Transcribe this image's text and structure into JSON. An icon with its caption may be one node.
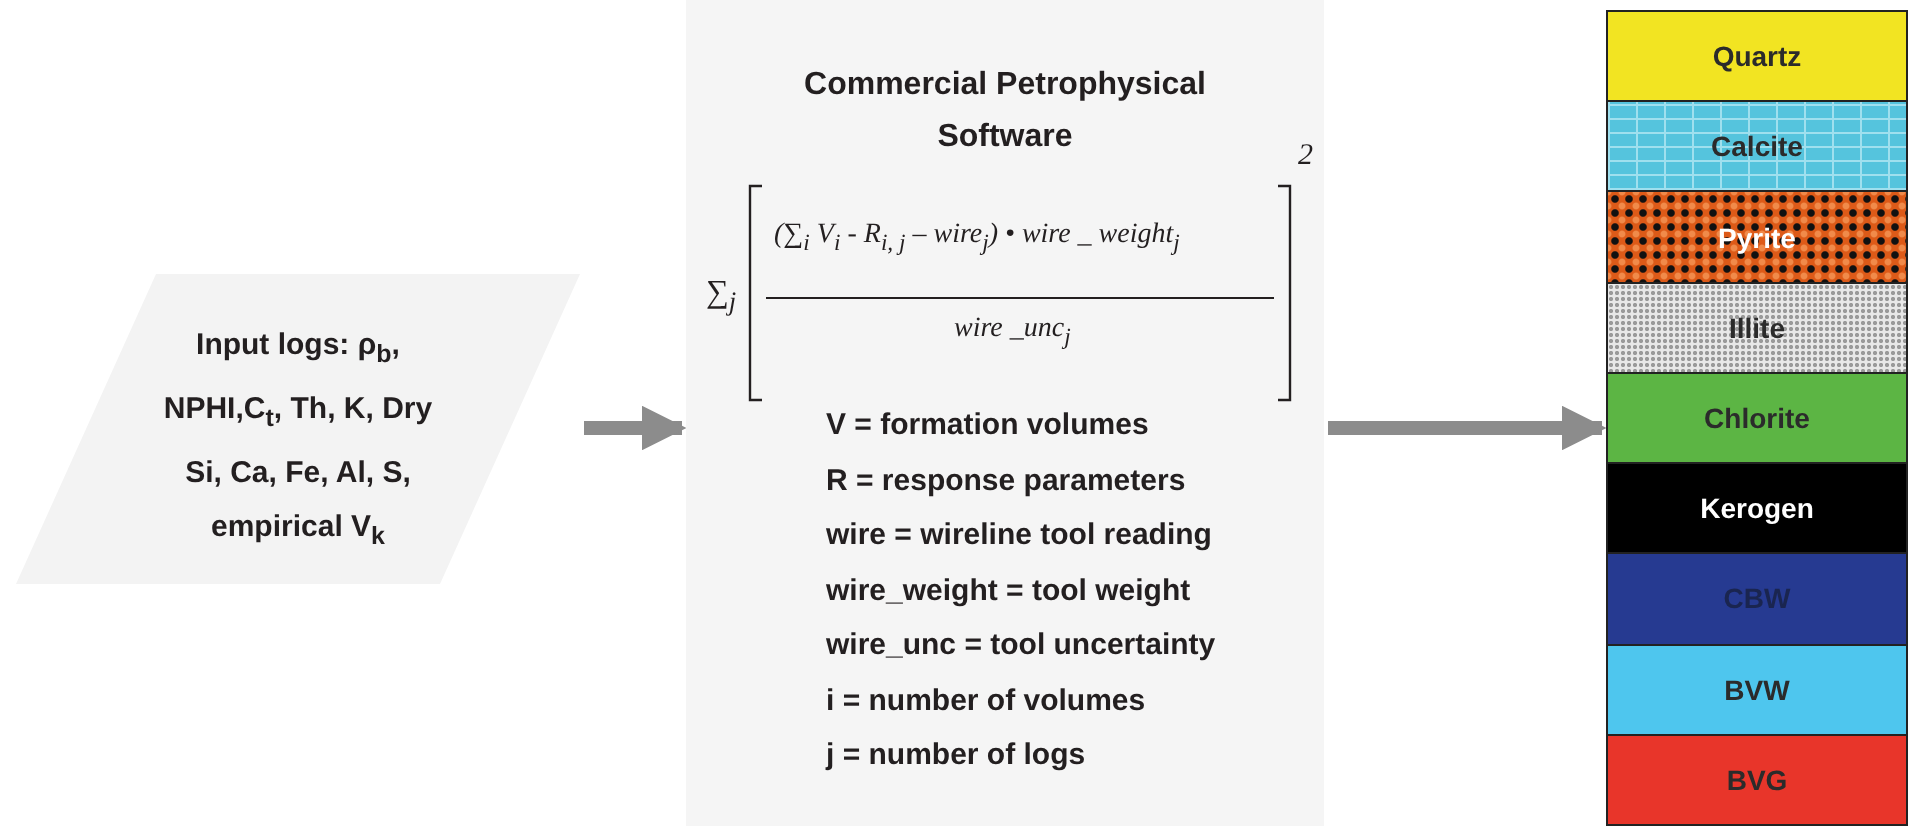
{
  "diagram": {
    "nodes": [
      {
        "text": [
          "Input logs: ρ$_{b}$, NPHI,C$_{t}$, Th, K, Dry Si, Ca, Fe, Al, S, empirical V$_{k}$"
        ]
      },
      {
        "text": [
          "Commercial Petrophysical Software",
          "∑$_{j}$",
          "(∑$_{i}$ V$_{i}$ - R$_{i, j}$ – wire$_{j}$) • wire _ weight$_{j}$",
          "wire _unc$_{j}$",
          "2",
          "V = formation volumes",
          "R = response parameters",
          "wire = wireline tool reading",
          "wire_weight = tool weight",
          "wire_unc = tool uncertainty",
          "i = number of volumes",
          "j = number of logs"
        ]
      },
      {
        "text": [],
        "shape": "box"
      },
      {
        "text": [
          "Quartz"
        ],
        "in": 2
      },
      {
        "text": [
          "Calcite"
        ],
        "in": 2
      },
      {
        "text": [
          "Pyrite"
        ],
        "in": 2
      },
      {
        "text": [
          "Illite"
        ],
        "in": 2
      },
      {
        "text": [
          "Chlorite"
        ],
        "in": 2
      },
      {
        "text": [
          "Kerogen"
        ],
        "in": 2
      },
      {
        "text": [
          "CBW"
        ],
        "in": 2
      },
      {
        "text": [
          "BVW"
        ],
        "in": 2
      },
      {
        "text": [
          "BVG"
        ],
        "in": 2
      }
    ],
    "edges": [
      {
        "from": 0,
        "to": 1,
        "arrow": "to"
      },
      {
        "from": 1,
        "to": 2,
        "arrow": "to"
      }
    ]
  }
}
